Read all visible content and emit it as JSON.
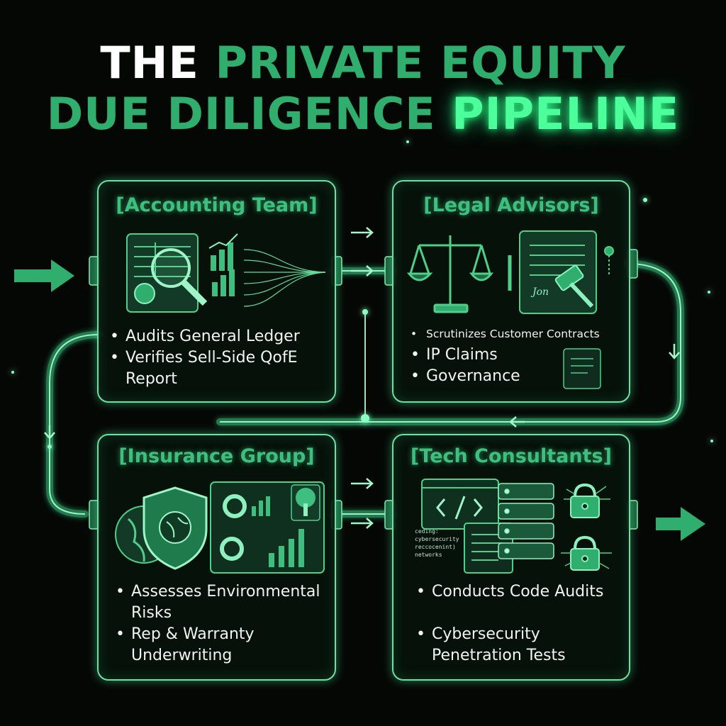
{
  "title": {
    "line1_part1": "THE",
    "line1_part2": "PRIVATE EQUITY",
    "line2_part1": "DUE DILIGENCE",
    "line2_part2": "PIPELINE"
  },
  "cards": [
    {
      "title": "[Accounting Team]",
      "bullets": [
        "Audits General Ledger",
        "Verifies Sell-Side QofE Report"
      ]
    },
    {
      "title": "[Legal Advisors]",
      "bullets": [
        "Scrutinizes Customer Contracts",
        "IP Claims",
        "Governance"
      ]
    },
    {
      "title": "[Insurance Group]",
      "bullets": [
        "Assesses Environmental Risks",
        "Rep & Warranty Underwriting"
      ]
    },
    {
      "title": "[Tech Consultants]",
      "bullets": [
        "Conducts Code Audits",
        "Cybersecurity Penetration Tests"
      ]
    }
  ],
  "code_snippet": [
    "ceding:",
    "cybersecurity",
    "reccocenint)",
    "networks"
  ],
  "signature": "Jon",
  "colors": {
    "background": "#050705",
    "accent": "#2fae6e",
    "glow": "#4dff9a",
    "card_border": "#6fe0a4",
    "text": "#f1f4f1"
  }
}
